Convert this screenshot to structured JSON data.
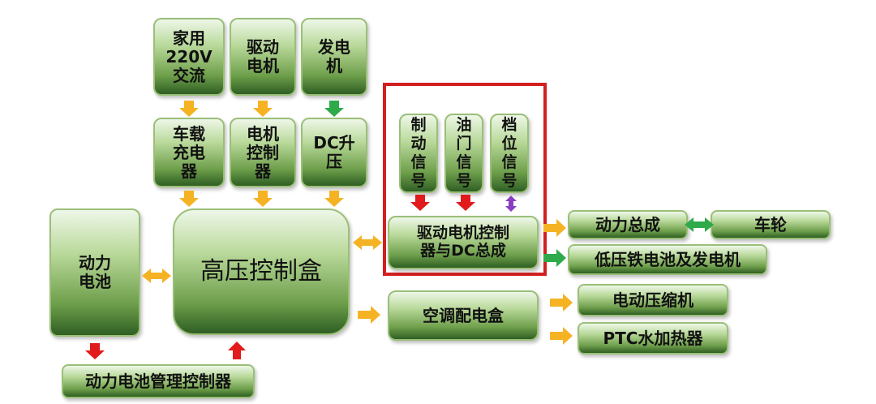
{
  "diagram": {
    "nodes": {
      "ac220": "家用\n220V\n交流",
      "drive_motor": "驱动\n电机",
      "generator": "发电\n机",
      "onboard_charger": "车载\n充电\n器",
      "motor_controller": "电机\n控制\n器",
      "dc_boost": "DC升\n压",
      "brake_signal": "制\n动\n信\n号",
      "throttle_signal": "油\n门\n信\n号",
      "gear_signal": "档\n位\n信\n号",
      "drive_dc_assembly": "驱动电机控制\n器与DC总成",
      "power_assembly": "动力总成",
      "wheels": "车轮",
      "lv_battery_gen": "低压铁电池及发电机",
      "power_battery": "动力\n电池",
      "hv_control_box": "高压控制盒",
      "ac_distribution": "空调配电盒",
      "compressor": "电动压缩机",
      "ptc_heater": "PTC水加热器",
      "bms": "动力电池管理控制器"
    },
    "colors": {
      "orange_arrow": "#f5b324",
      "green_arrow": "#2eaa4a",
      "red_arrow": "#e11b1b",
      "purple_arrow": "#8a3fc2",
      "highlight_frame": "#d21f1f"
    }
  }
}
